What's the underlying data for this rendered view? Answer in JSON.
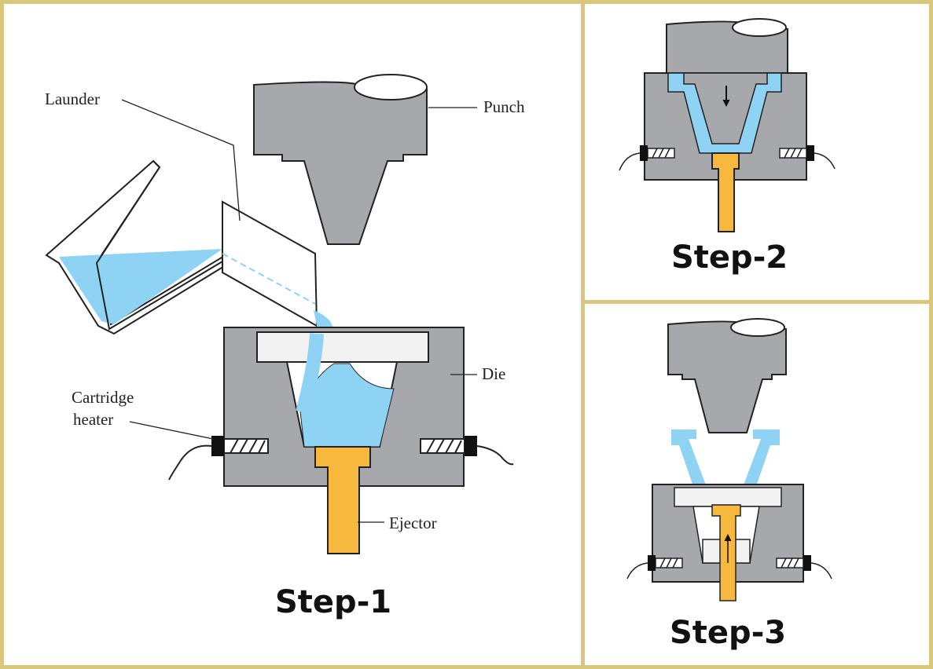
{
  "steps": {
    "step1": "Step-1",
    "step2": "Step-2",
    "step3": "Step-3"
  },
  "labels": {
    "launder": "Launder",
    "punch": "Punch",
    "die": "Die",
    "cartridge_heater_line1": "Cartridge",
    "cartridge_heater_line2": "heater",
    "ejector": "Ejector"
  },
  "colors": {
    "frame": "#d9c77e",
    "metal": "#a7a8ab",
    "liquid": "#8fd3f4",
    "ejector": "#f6b93e"
  }
}
